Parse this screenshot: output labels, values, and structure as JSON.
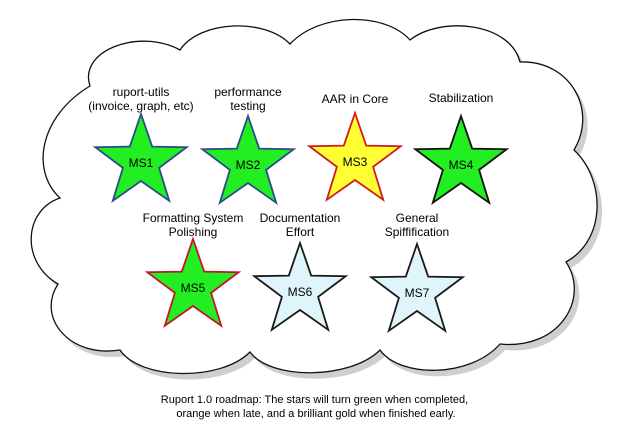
{
  "milestones": [
    {
      "id": "MS1",
      "title_lines": [
        "ruport-utils",
        "(invoice, graph, etc)"
      ],
      "fill": "#22ee22",
      "stroke": "#2a4c8a"
    },
    {
      "id": "MS2",
      "title_lines": [
        "performance",
        "testing"
      ],
      "fill": "#22ee22",
      "stroke": "#2a4c8a"
    },
    {
      "id": "MS3",
      "title_lines": [
        "AAR in Core"
      ],
      "fill": "#ffff33",
      "stroke": "#d21a1a"
    },
    {
      "id": "MS4",
      "title_lines": [
        "Stabilization"
      ],
      "fill": "#22ee22",
      "stroke": "#111111"
    },
    {
      "id": "MS5",
      "title_lines": [
        "Formatting System",
        "Polishing"
      ],
      "fill": "#22ee22",
      "stroke": "#c0182a"
    },
    {
      "id": "MS6",
      "title_lines": [
        "Documentation",
        "Effort"
      ],
      "fill": "#dff4fb",
      "stroke": "#1a1a1a"
    },
    {
      "id": "MS7",
      "title_lines": [
        "General",
        "Spiffification"
      ],
      "fill": "#dff4fb",
      "stroke": "#1a1a1a"
    }
  ],
  "caption_lines": [
    "Ruport 1.0 roadmap:  The stars will turn green when completed,",
    "orange when late, and a brilliant gold when finished early."
  ],
  "colors": {
    "cloud_fill": "#ffffff",
    "cloud_stroke": "#111111",
    "cloud_shadow": "#cfcfcf"
  }
}
